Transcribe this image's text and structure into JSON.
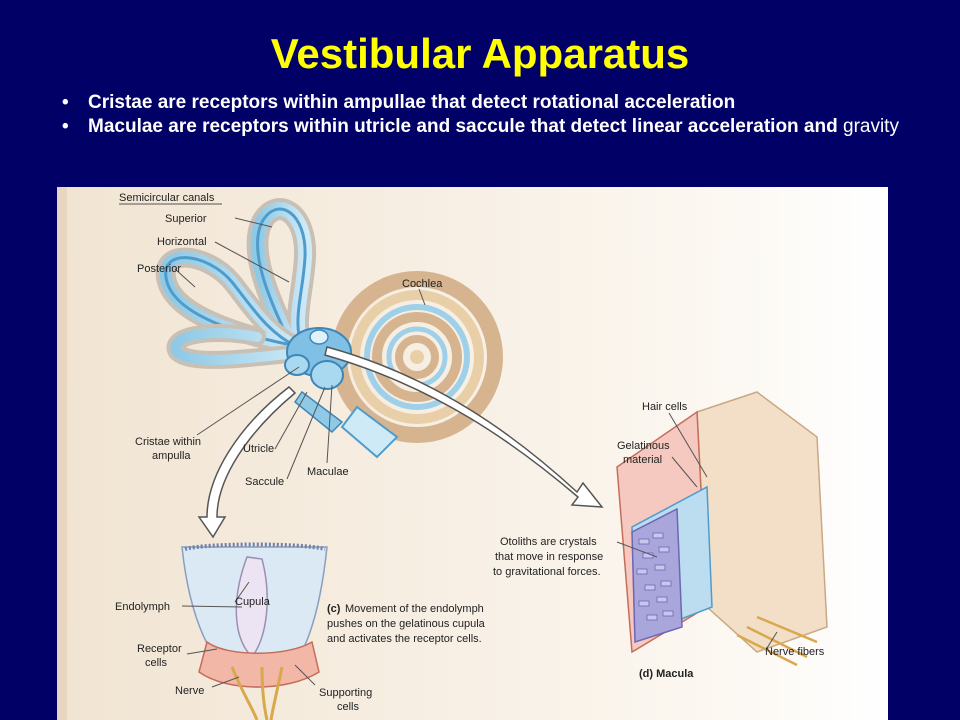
{
  "title": "Vestibular Apparatus",
  "bullets": [
    {
      "bold": "Cristae are receptors within ampullae that detect rotational acceleration",
      "light": ""
    },
    {
      "bold": "Maculae are receptors within utricle and saccule that detect linear acceleration and",
      "light": " gravity"
    }
  ],
  "figure": {
    "labels": {
      "semicircular_canals": "Semicircular canals",
      "superior": "Superior",
      "horizontal": "Horizontal",
      "posterior": "Posterior",
      "cochlea": "Cochlea",
      "cristae_1": "Cristae within",
      "cristae_2": "ampulla",
      "utricle": "Utricle",
      "saccule": "Saccule",
      "maculae": "Maculae",
      "hair_cells": "Hair cells",
      "gelatinous_1": "Gelatinous",
      "gelatinous_2": "material",
      "otoliths_1": "Otoliths are crystals",
      "otoliths_2": "that move in response",
      "otoliths_3": "to gravitational forces.",
      "endolymph": "Endolymph",
      "cupula": "Cupula",
      "receptor_1": "Receptor",
      "receptor_2": "cells",
      "nerve": "Nerve",
      "supporting_1": "Supporting",
      "supporting_2": "cells",
      "caption_c_tag": "(c)",
      "caption_c_1": "Movement of the endolymph",
      "caption_c_2": "pushes on the gelatinous cupula",
      "caption_c_3": "and activates the receptor cells.",
      "nerve_fibers": "Nerve fibers",
      "caption_d": "(d) Macula"
    }
  }
}
